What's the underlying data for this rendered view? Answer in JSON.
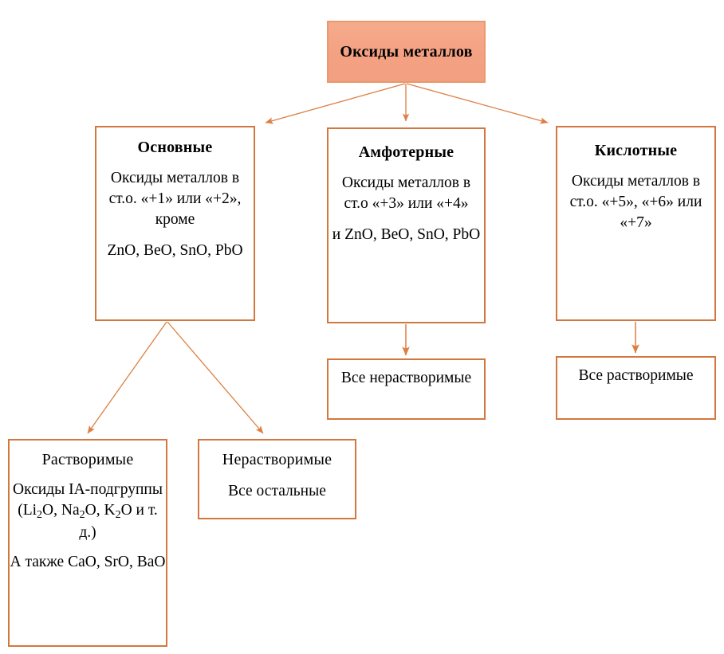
{
  "diagram": {
    "title": "Оксиды металлов",
    "colors": {
      "border": "#d2783f",
      "root_fill": "#f4a183",
      "arrow": "#dd7f42",
      "text": "#000000",
      "background": "#ffffff"
    },
    "root": {
      "label": "Оксиды металлов"
    },
    "branches": [
      {
        "id": "basic",
        "title": "Основные",
        "body1": "Оксиды металлов в ст.о. «+1» или «+2», кроме",
        "body2": "ZnO, BeO, SnO, PbO"
      },
      {
        "id": "amphoteric",
        "title": "Амфотерные",
        "body1": "Оксиды металлов в ст.о «+3» или «+4»",
        "body2": "и ZnO, BeO, SnO, PbO"
      },
      {
        "id": "acidic",
        "title": "Кислотные",
        "body1": "Оксиды металлов в ст.о. «+5», «+6» или «+7»",
        "body2": ""
      }
    ],
    "leaves": {
      "amphoteric_result": "Все нерастворимые",
      "acidic_result": "Все растворимые",
      "basic_soluble": {
        "title": "Растворимые",
        "body1_prefix": "Оксиды IA-подгруппы (Li",
        "body1_sub1": "2",
        "body1_mid1": "O, Na",
        "body1_sub2": "2",
        "body1_mid2": "O, K",
        "body1_sub3": "2",
        "body1_suffix": "O и т. д.)",
        "body2": "А также CaO, SrO, BaO"
      },
      "basic_insoluble": {
        "title": "Нерастворимые",
        "body": "Все остальные"
      }
    },
    "arrows": [
      {
        "name": "root-to-basic",
        "from": "root",
        "to": "basic"
      },
      {
        "name": "root-to-amphoteric",
        "from": "root",
        "to": "amphoteric"
      },
      {
        "name": "root-to-acidic",
        "from": "root",
        "to": "acidic"
      },
      {
        "name": "basic-to-soluble",
        "from": "basic",
        "to": "basic_soluble"
      },
      {
        "name": "basic-to-insoluble",
        "from": "basic",
        "to": "basic_insoluble"
      },
      {
        "name": "amphoteric-to-result",
        "from": "amphoteric",
        "to": "amphoteric_result"
      },
      {
        "name": "acidic-to-result",
        "from": "acidic",
        "to": "acidic_result"
      }
    ]
  }
}
